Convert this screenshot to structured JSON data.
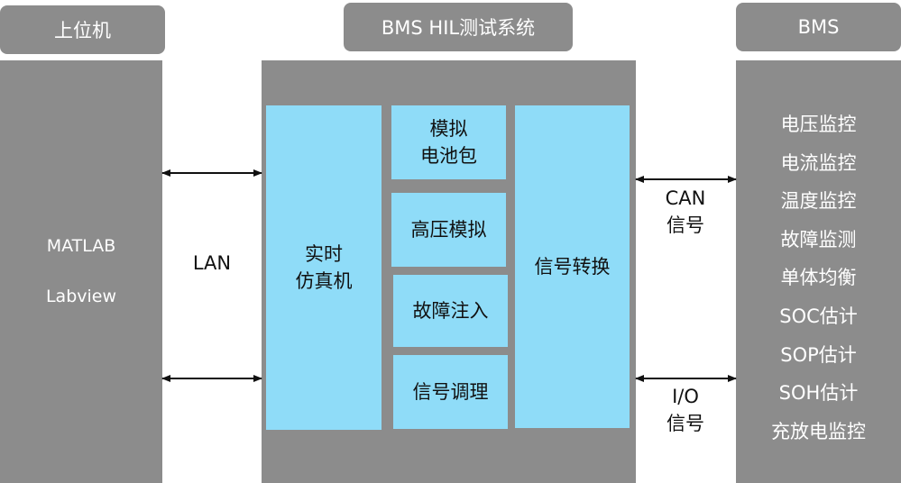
{
  "headers": {
    "host": "上位机",
    "hil": "BMS HIL测试系统",
    "bms": "BMS"
  },
  "host_software": [
    "MATLAB",
    "Labview"
  ],
  "links": {
    "lan": "LAN",
    "can": [
      "CAN",
      "信号"
    ],
    "io": [
      "I/O",
      "信号"
    ]
  },
  "hil_modules": {
    "realtime": [
      "实时",
      "仿真机"
    ],
    "battery": [
      "模拟",
      "电池包"
    ],
    "high_voltage": "高压模拟",
    "fault_injection": "故障注入",
    "signal_conditioning": "信号调理",
    "signal_conversion": "信号转换"
  },
  "bms_functions": [
    "电压监控",
    "电流监控",
    "温度监控",
    "故障监测",
    "单体均衡",
    "SOC估计",
    "SOP估计",
    "SOH估计",
    "充放电监控"
  ],
  "colors": {
    "panel_gray": "#8c8c8c",
    "module_blue": "#8fdcf8",
    "arrow": "#111111"
  }
}
